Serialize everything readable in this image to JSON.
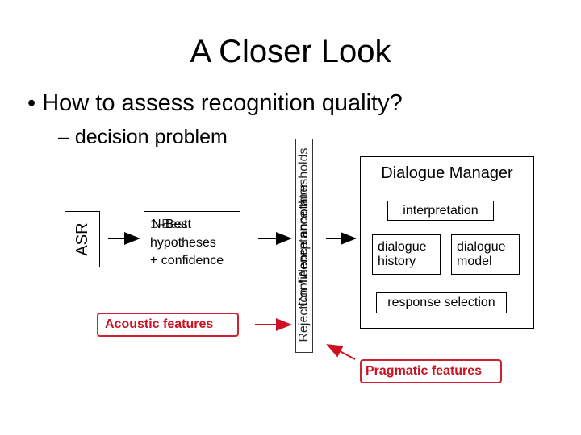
{
  "slide": {
    "title": "A Closer Look",
    "bullet": "How to assess recognition quality?",
    "sub_bullet": "– decision problem"
  },
  "diagram": {
    "asr_label": "ASR",
    "hypothesis_overlap": "1-Best",
    "hypothesis_line1": "N-Best",
    "hypothesis_line2": "hypotheses",
    "hypothesis_line3": "+ confidence",
    "acoustic_features": "Acoustic features",
    "vertical_overlap_a": "Confidence annotator",
    "vertical_overlap_b": "Rejection / Acceptance thresholds",
    "dialogue_manager": "Dialogue Manager",
    "interpretation": "interpretation",
    "dialogue_history": "dialogue history",
    "dialogue_model": "dialogue model",
    "response_selection": "response selection",
    "pragmatic_features": "Pragmatic features",
    "accent_color": "#cc1122"
  }
}
